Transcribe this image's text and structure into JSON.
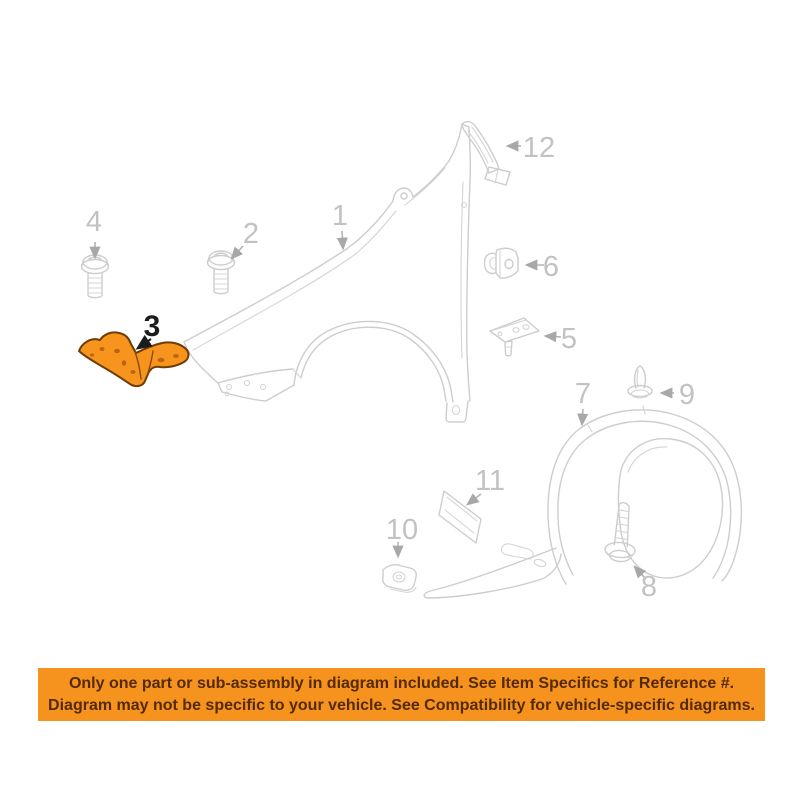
{
  "diagram": {
    "type": "exploded-parts-diagram",
    "subject": "front fender, bracket and wheelhouse liner",
    "highlighted_part_number": "3",
    "colors": {
      "line": "#cdcdcd",
      "label": "#c2c2c2",
      "arrow": "#b3b3b3",
      "highlight_fill": "#F7941D",
      "highlight_outline": "#6f3c05",
      "highlight_label": "#1c1c1c"
    },
    "labels": [
      {
        "text": "1"
      },
      {
        "text": "2"
      },
      {
        "text": "3"
      },
      {
        "text": "4"
      },
      {
        "text": "5"
      },
      {
        "text": "6"
      },
      {
        "text": "7"
      },
      {
        "text": "8"
      },
      {
        "text": "9"
      },
      {
        "text": "10"
      },
      {
        "text": "11"
      },
      {
        "text": "12"
      }
    ]
  },
  "banner": {
    "background": "#F6921E",
    "text_color": "#542A00",
    "line1": "Only one part or sub-assembly in diagram included. See Item Specifics for Reference #.",
    "line2": "Diagram may not be specific to your vehicle. See Compatibility for vehicle-specific diagrams."
  }
}
